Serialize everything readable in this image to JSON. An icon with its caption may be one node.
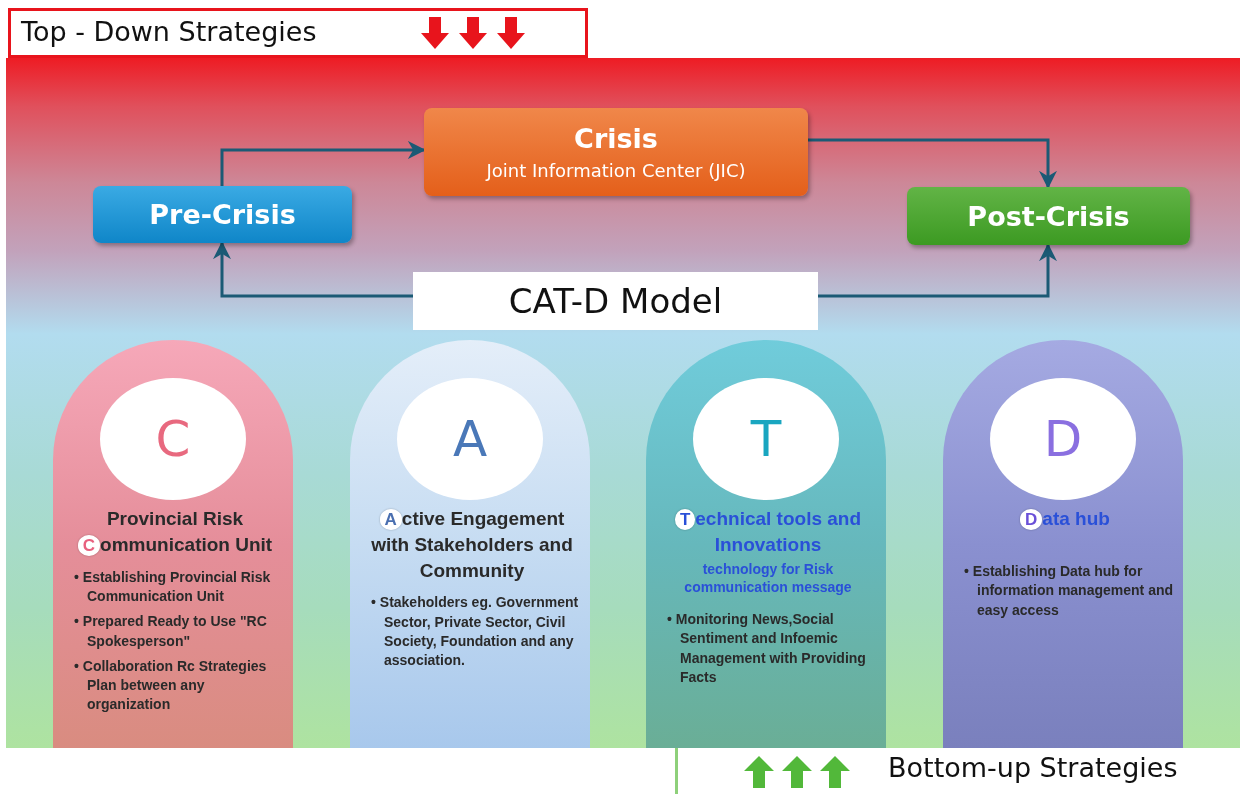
{
  "diagram": {
    "nodes": [
      {
        "text": [
          "Top - Down Strategies"
        ]
      },
      {
        "text": [
          "Pre-Crisis"
        ]
      },
      {
        "text": [
          "Crisis",
          "Joint Information Center (JIC)"
        ]
      },
      {
        "text": [
          "Post-Crisis"
        ]
      },
      {
        "text": [
          "CAT-D Model"
        ]
      },
      {
        "text": [
          "Provincial Risk Communication Unit",
          "• Establishing Provincial Risk Communication Unit",
          "• Prepared Ready to Use \"RC Spokesperson\"",
          "• Collaboration Rc Strategies Plan between any organization"
        ]
      },
      {
        "text": [
          "C"
        ],
        "in": 5
      },
      {
        "text": [
          "Active Engagement with Stakeholders and Community",
          "• Stakeholders eg. Government Sector, Private Sector, Civil Society,  Foundation and any association."
        ]
      },
      {
        "text": [
          "A"
        ],
        "in": 7
      },
      {
        "text": [
          "Technical tools and Innovations",
          "technology for Risk communication message",
          "• Monitoring News,Social Sentiment and Infoemic Management with Providing Facts"
        ]
      },
      {
        "text": [
          "T"
        ],
        "in": 9
      },
      {
        "text": [
          "Data hub",
          "• Establishing Data hub for information management and easy access"
        ]
      },
      {
        "text": [
          "D"
        ],
        "in": 11
      }
    ],
    "edges": [
      {
        "from": 1,
        "to": 2,
        "arrow": "to"
      },
      {
        "from": 2,
        "to": 3,
        "arrow": "to"
      },
      {
        "from": 4,
        "to": 1,
        "arrow": "to"
      },
      {
        "from": 4,
        "to": 3,
        "arrow": "to"
      }
    ],
    "labels": [
      "Bottom-up Strategies"
    ]
  }
}
